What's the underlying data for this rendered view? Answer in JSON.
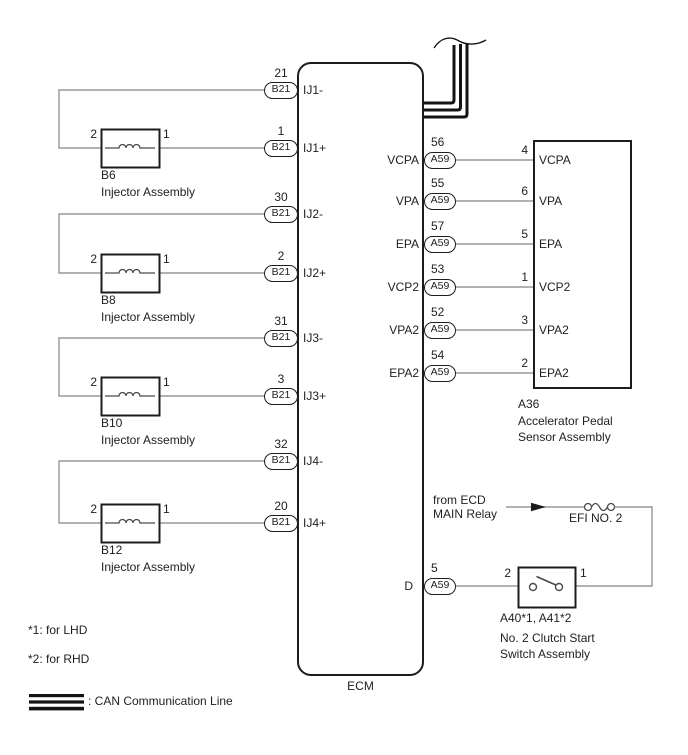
{
  "colors": {
    "ink": "#1c1c1c",
    "wire": "#858585",
    "background": "#ffffff"
  },
  "ecm": {
    "label": "ECM"
  },
  "rows": {
    "left": [
      {
        "pin": "21",
        "connector": "B21",
        "signal": "IJ1-"
      },
      {
        "pin": "1",
        "connector": "B21",
        "signal": "IJ1+"
      },
      {
        "pin": "30",
        "connector": "B21",
        "signal": "IJ2-"
      },
      {
        "pin": "2",
        "connector": "B21",
        "signal": "IJ2+"
      },
      {
        "pin": "31",
        "connector": "B21",
        "signal": "IJ3-"
      },
      {
        "pin": "3",
        "connector": "B21",
        "signal": "IJ3+"
      },
      {
        "pin": "32",
        "connector": "B21",
        "signal": "IJ4-"
      },
      {
        "pin": "20",
        "connector": "B21",
        "signal": "IJ4+"
      }
    ],
    "right": [
      {
        "pin": "56",
        "connector": "A59",
        "ecm_signal": "VCPA",
        "sensor_pin": "4",
        "sensor_signal": "VCPA"
      },
      {
        "pin": "55",
        "connector": "A59",
        "ecm_signal": "VPA",
        "sensor_pin": "6",
        "sensor_signal": "VPA"
      },
      {
        "pin": "57",
        "connector": "A59",
        "ecm_signal": "EPA",
        "sensor_pin": "5",
        "sensor_signal": "EPA"
      },
      {
        "pin": "53",
        "connector": "A59",
        "ecm_signal": "VCP2",
        "sensor_pin": "1",
        "sensor_signal": "VCP2"
      },
      {
        "pin": "52",
        "connector": "A59",
        "ecm_signal": "VPA2",
        "sensor_pin": "3",
        "sensor_signal": "VPA2"
      },
      {
        "pin": "54",
        "connector": "A59",
        "ecm_signal": "EPA2",
        "sensor_pin": "2",
        "sensor_signal": "EPA2"
      }
    ],
    "d_row": {
      "pin": "5",
      "connector": "A59",
      "ecm_signal": "D"
    }
  },
  "injectors": [
    {
      "id": "B6",
      "name": "Injector Assembly",
      "pin_left": "2",
      "pin_right": "1"
    },
    {
      "id": "B8",
      "name": "Injector Assembly",
      "pin_left": "2",
      "pin_right": "1"
    },
    {
      "id": "B10",
      "name": "Injector Assembly",
      "pin_left": "2",
      "pin_right": "1"
    },
    {
      "id": "B12",
      "name": "Injector Assembly",
      "pin_left": "2",
      "pin_right": "1"
    }
  ],
  "sensor": {
    "id": "A36",
    "name_line1": "Accelerator Pedal",
    "name_line2": "Sensor Assembly"
  },
  "relay_feed": {
    "source_line1": "from ECD",
    "source_line2": "MAIN Relay",
    "fuse": "EFI NO. 2"
  },
  "clutch_switch": {
    "pin_left": "2",
    "pin_right": "1",
    "id": "A40*1, A41*2",
    "name_line1": "No. 2 Clutch Start",
    "name_line2": "Switch Assembly"
  },
  "notes": [
    "*1: for LHD",
    "*2: for RHD"
  ],
  "legend": {
    "can_line": ": CAN Communication Line"
  }
}
